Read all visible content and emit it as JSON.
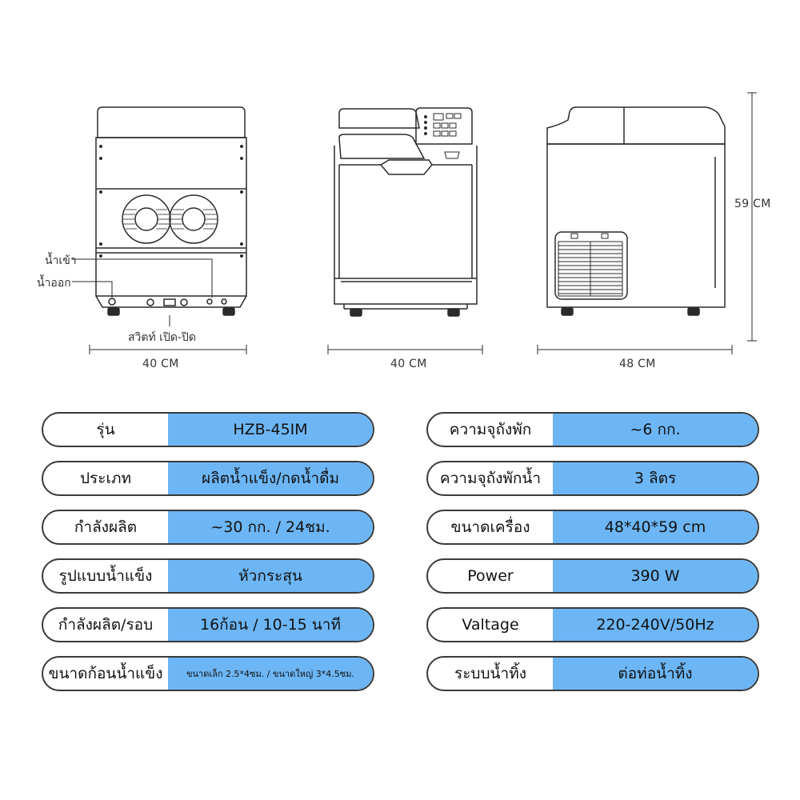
{
  "diagram": {
    "callouts": {
      "water_in": "น้ำเข้า",
      "water_out": "น้ำออก",
      "power_switch": "สวิตท์ เปิด-ปิด"
    },
    "dimensions": {
      "back_width": "40 CM",
      "front_width": "40 CM",
      "side_depth": "48 CM",
      "height": "59 CM"
    }
  },
  "specs_left": [
    {
      "label": "รุ่น",
      "value": "HZB-45IM"
    },
    {
      "label": "ประเภท",
      "value": "ผลิตน้ำแข็ง/กดน้ำดื่ม"
    },
    {
      "label": "กำลังผลิต",
      "value": "~30 กก. / 24ชม."
    },
    {
      "label": "รูปแบบน้ำแข็ง",
      "value": "หัวกระสุน"
    },
    {
      "label": "กำลังผลิต/รอบ",
      "value": "16ก้อน / 10-15 นาที"
    },
    {
      "label": "ขนาดก้อนน้ำแข็ง",
      "value": "ขนาดเล็ก 2.5*4ซม. / ขนาดใหญ่ 3*4.5ซม."
    }
  ],
  "specs_right": [
    {
      "label": "ความจุถังพัก",
      "value": "~6 กก."
    },
    {
      "label": "ความจุถังพักน้ำ",
      "value": "3 ลิตร"
    },
    {
      "label": "ขนาดเครื่อง",
      "value": "48*40*59 cm"
    },
    {
      "label": "Power",
      "value": "390 W"
    },
    {
      "label": "Valtage",
      "value": "220-240V/50Hz"
    },
    {
      "label": "ระบบน้ำทิ้ง",
      "value": "ต่อท่อน้ำทิ้ง"
    }
  ]
}
